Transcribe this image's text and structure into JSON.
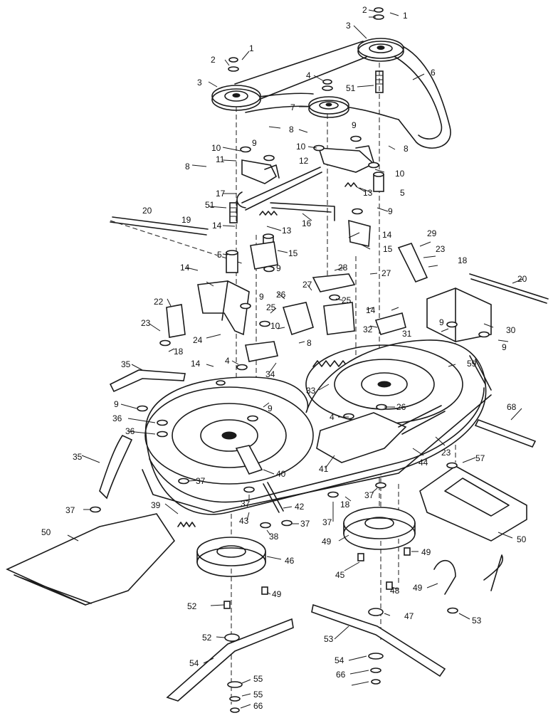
{
  "diagram": {
    "part_labels": [
      {
        "id": "l1a",
        "text": "1"
      },
      {
        "id": "l2a",
        "text": "2"
      },
      {
        "id": "l3a",
        "text": "3"
      },
      {
        "id": "l1b",
        "text": "1"
      },
      {
        "id": "l2b",
        "text": "2"
      },
      {
        "id": "l3b",
        "text": "3"
      },
      {
        "id": "l4a",
        "text": "4"
      },
      {
        "id": "l51a",
        "text": "51"
      },
      {
        "id": "l6",
        "text": "6"
      },
      {
        "id": "l7",
        "text": "7"
      },
      {
        "id": "l8a",
        "text": "8"
      },
      {
        "id": "l9a",
        "text": "9"
      },
      {
        "id": "l10a",
        "text": "10"
      },
      {
        "id": "l8b",
        "text": "8"
      },
      {
        "id": "l10b",
        "text": "10"
      },
      {
        "id": "l9b",
        "text": "9"
      },
      {
        "id": "l11",
        "text": "11"
      },
      {
        "id": "l12",
        "text": "12"
      },
      {
        "id": "l10c",
        "text": "10"
      },
      {
        "id": "l8c",
        "text": "8"
      },
      {
        "id": "l5a",
        "text": "5"
      },
      {
        "id": "l13a",
        "text": "13"
      },
      {
        "id": "l17",
        "text": "17"
      },
      {
        "id": "l9c",
        "text": "9"
      },
      {
        "id": "l20a",
        "text": "20"
      },
      {
        "id": "l51b",
        "text": "51"
      },
      {
        "id": "l19",
        "text": "19"
      },
      {
        "id": "l13b",
        "text": "13"
      },
      {
        "id": "l16",
        "text": "16"
      },
      {
        "id": "l14a",
        "text": "14"
      },
      {
        "id": "l14b",
        "text": "14"
      },
      {
        "id": "l29",
        "text": "29"
      },
      {
        "id": "l15a",
        "text": "15"
      },
      {
        "id": "l5b",
        "text": "5"
      },
      {
        "id": "l15b",
        "text": "15"
      },
      {
        "id": "l23a",
        "text": "23"
      },
      {
        "id": "l18a",
        "text": "18"
      },
      {
        "id": "l9d",
        "text": "9"
      },
      {
        "id": "l14c",
        "text": "14"
      },
      {
        "id": "l28",
        "text": "28"
      },
      {
        "id": "l27a",
        "text": "27"
      },
      {
        "id": "l20b",
        "text": "20"
      },
      {
        "id": "l27b",
        "text": "27"
      },
      {
        "id": "l26a",
        "text": "26"
      },
      {
        "id": "l25a",
        "text": "25"
      },
      {
        "id": "l9e",
        "text": "9"
      },
      {
        "id": "l14d",
        "text": "14"
      },
      {
        "id": "l22",
        "text": "22"
      },
      {
        "id": "l25b",
        "text": "25"
      },
      {
        "id": "l32",
        "text": "32"
      },
      {
        "id": "l31",
        "text": "31"
      },
      {
        "id": "l10d",
        "text": "10"
      },
      {
        "id": "l9f",
        "text": "9"
      },
      {
        "id": "l30",
        "text": "30"
      },
      {
        "id": "l23b",
        "text": "23"
      },
      {
        "id": "l24",
        "text": "24"
      },
      {
        "id": "l8d",
        "text": "8"
      },
      {
        "id": "l9g",
        "text": "9"
      },
      {
        "id": "l18b",
        "text": "18"
      },
      {
        "id": "l4b",
        "text": "4"
      },
      {
        "id": "l34",
        "text": "34"
      },
      {
        "id": "l59",
        "text": "59"
      },
      {
        "id": "l35a",
        "text": "35"
      },
      {
        "id": "l14e",
        "text": "14"
      },
      {
        "id": "l33",
        "text": "33"
      },
      {
        "id": "l26b",
        "text": "26"
      },
      {
        "id": "l9h",
        "text": "9"
      },
      {
        "id": "l9i",
        "text": "9"
      },
      {
        "id": "l4c",
        "text": "4"
      },
      {
        "id": "l68",
        "text": "68"
      },
      {
        "id": "l36a",
        "text": "36"
      },
      {
        "id": "l36b",
        "text": "36"
      },
      {
        "id": "l23c",
        "text": "23"
      },
      {
        "id": "l35b",
        "text": "35"
      },
      {
        "id": "l44",
        "text": "44"
      },
      {
        "id": "l41",
        "text": "41"
      },
      {
        "id": "l40",
        "text": "40"
      },
      {
        "id": "l57",
        "text": "57"
      },
      {
        "id": "l37a",
        "text": "37"
      },
      {
        "id": "l37b",
        "text": "37"
      },
      {
        "id": "l18c",
        "text": "18"
      },
      {
        "id": "l37c",
        "text": "37"
      },
      {
        "id": "l39",
        "text": "39"
      },
      {
        "id": "l42",
        "text": "42"
      },
      {
        "id": "l37d",
        "text": "37"
      },
      {
        "id": "l37e",
        "text": "37"
      },
      {
        "id": "l43",
        "text": "43"
      },
      {
        "id": "l37f",
        "text": "37"
      },
      {
        "id": "l38",
        "text": "38"
      },
      {
        "id": "l50a",
        "text": "50"
      },
      {
        "id": "l46",
        "text": "46"
      },
      {
        "id": "l50b",
        "text": "50"
      },
      {
        "id": "l49a",
        "text": "49"
      },
      {
        "id": "l49b",
        "text": "49"
      },
      {
        "id": "l45",
        "text": "45"
      },
      {
        "id": "l49c",
        "text": "49"
      },
      {
        "id": "l48",
        "text": "48"
      },
      {
        "id": "l49d",
        "text": "49"
      },
      {
        "id": "l52a",
        "text": "52"
      },
      {
        "id": "l47",
        "text": "47"
      },
      {
        "id": "l53a",
        "text": "53"
      },
      {
        "id": "l52b",
        "text": "52"
      },
      {
        "id": "l53b",
        "text": "53"
      },
      {
        "id": "l54a",
        "text": "54"
      },
      {
        "id": "l54b",
        "text": "54"
      },
      {
        "id": "l55a",
        "text": "55"
      },
      {
        "id": "l55b",
        "text": "55"
      },
      {
        "id": "l66a",
        "text": "66"
      },
      {
        "id": "l66b",
        "text": "66"
      }
    ]
  }
}
